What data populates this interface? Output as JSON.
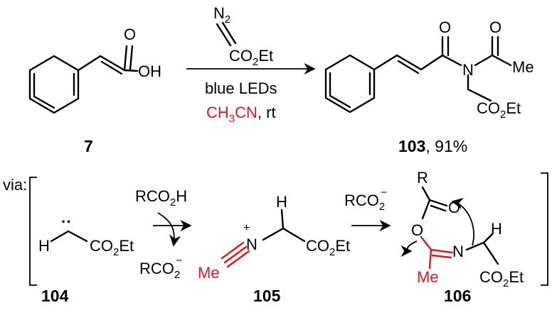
{
  "scheme": {
    "reagent_top": {
      "diazo_n": "N",
      "diazo_sub": "2",
      "ester_main": "CO",
      "ester_sub": "2",
      "ester_end": "Et"
    },
    "conditions": {
      "light": "blue LEDs",
      "solvent_a": "CH",
      "solvent_sub": "3",
      "solvent_b": "CN",
      "rest": ", rt"
    },
    "starting_material": {
      "label": "7",
      "oh": "OH",
      "o": "O"
    },
    "product": {
      "label": "103",
      "yield": ", 91%",
      "n": "N",
      "o": "O",
      "me": "Me",
      "ester_main": "CO",
      "ester_sub": "2",
      "ester_end": "Et"
    },
    "via_label": "via:",
    "int_104": {
      "label": "104",
      "h": "H",
      "ester_main": "CO",
      "ester_sub": "2",
      "ester_end": "Et",
      "carbene_dots": "··"
    },
    "acid": {
      "main": "RCO",
      "sub": "2",
      "end": "H"
    },
    "carboxylate": {
      "main": "RCO",
      "sub": "2",
      "charge": "−"
    },
    "int_105": {
      "label": "105",
      "n": "N",
      "charge": "+",
      "h": "H",
      "me": "Me",
      "ester_main": "CO",
      "ester_sub": "2",
      "ester_end": "Et"
    },
    "carboxylate_2": {
      "main": "RCO",
      "sub": "2",
      "charge": "−"
    },
    "int_106": {
      "label": "106",
      "r": "R",
      "o1": "O",
      "o2": "O",
      "n": "N",
      "h": "H",
      "me": "Me",
      "ester_main": "CO",
      "ester_sub": "2",
      "ester_end": "Et"
    }
  }
}
